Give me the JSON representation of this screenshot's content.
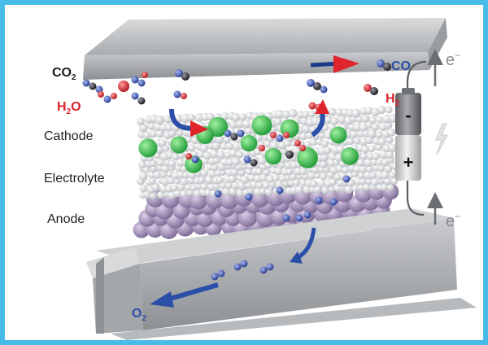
{
  "labels": {
    "cathode": "Cathode",
    "electrolyte": "Electrolyte",
    "anode": "Anode",
    "battery_minus": "-",
    "battery_plus": "+",
    "electron_top": "e",
    "electron_top_sup": "−",
    "electron_bottom": "e",
    "electron_bottom_sup": "−"
  },
  "chemicals": {
    "co2_main": "CO",
    "co2_sub": "2",
    "h2o_main": "H",
    "h2o_sub": "2",
    "h2o_end": "O",
    "co": "CO",
    "h2_main": "H",
    "h2_sub": "2",
    "o2_main": "O",
    "o2_sub": "2"
  },
  "colors": {
    "frame": "#48bce8",
    "plate": "#b9bcbf",
    "plate_dark": "#8e9194",
    "carbon": "#1e2a5a",
    "oxygen": "#d8262b",
    "blue_atom": "#3b55b8",
    "cathode_green": "#3cbf4a",
    "anode_purple": "#9a86b0",
    "arrow_red": "#e0242b",
    "arrow_blue": "#2b4fa8"
  }
}
